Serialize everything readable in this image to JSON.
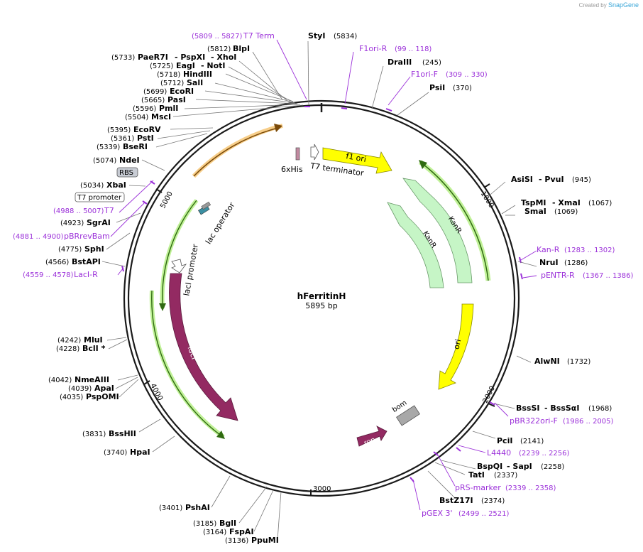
{
  "credit": {
    "prefix": "Created by",
    "brand": "SnapGene"
  },
  "plasmid": {
    "name": "hFerritinH",
    "length_label": "5895 bp"
  },
  "ticks": [
    "1000",
    "2000",
    "3000",
    "4000",
    "5000"
  ],
  "features": {
    "f1_ori": "f1 ori",
    "t7_terminator": "T7 terminator",
    "his": "6xHis",
    "kanr_outer": "KanR",
    "kanr_inner": "KanR",
    "ori": "ori",
    "bom": "bom",
    "rop": "rop",
    "laci": "lacI",
    "laci_promoter": "lacI promoter",
    "lac_operator": "lac operator"
  },
  "boxed_labels": {
    "rbs": "RBS",
    "t7_promoter": "T7 promoter"
  },
  "sites_left": [
    {
      "coord": "(5812)",
      "name": "BlpI"
    },
    {
      "coord": "(5733)",
      "name": "PaeR7I",
      "extra": [
        "- PspXI",
        "- XhoI"
      ]
    },
    {
      "coord": "(5725)",
      "name": "EagI",
      "extra": [
        "- NotI"
      ]
    },
    {
      "coord": "(5718)",
      "name": "HindIII"
    },
    {
      "coord": "(5712)",
      "name": "SalI"
    },
    {
      "coord": "(5699)",
      "name": "EcoRI"
    },
    {
      "coord": "(5665)",
      "name": "PasI"
    },
    {
      "coord": "(5596)",
      "name": "PmlI"
    },
    {
      "coord": "(5504)",
      "name": "MscI"
    },
    {
      "coord": "(5395)",
      "name": "EcoRV"
    },
    {
      "coord": "(5361)",
      "name": "PstI"
    },
    {
      "coord": "(5339)",
      "name": "BseRI"
    },
    {
      "coord": "(5074)",
      "name": "NdeI"
    },
    {
      "coord": "(5034)",
      "name": "XbaI"
    },
    {
      "coord": "(4923)",
      "name": "SgrAI"
    },
    {
      "coord": "(4775)",
      "name": "SphI"
    },
    {
      "coord": "(4566)",
      "name": "BstAPI"
    },
    {
      "coord": "(4242)",
      "name": "MluI"
    },
    {
      "coord": "(4228)",
      "name": "BclI *"
    },
    {
      "coord": "(4042)",
      "name": "NmeAIII"
    },
    {
      "coord": "(4039)",
      "name": "ApaI"
    },
    {
      "coord": "(4035)",
      "name": "PspOMI"
    },
    {
      "coord": "(3831)",
      "name": "BssHII"
    },
    {
      "coord": "(3740)",
      "name": "HpaI"
    },
    {
      "coord": "(3401)",
      "name": "PshAI"
    },
    {
      "coord": "(3185)",
      "name": "BglI"
    },
    {
      "coord": "(3164)",
      "name": "FspAI"
    },
    {
      "coord": "(3136)",
      "name": "PpuMI"
    }
  ],
  "sites_right": [
    {
      "name": "StyI",
      "coord": "(5834)"
    },
    {
      "name": "DraIII",
      "coord": "(245)"
    },
    {
      "name": "PsiI",
      "coord": "(370)"
    },
    {
      "name": "AsiSI",
      "extra": "- PvuI",
      "coord": "(945)"
    },
    {
      "name": "TspMI",
      "extra": "- XmaI",
      "coord": "(1067)"
    },
    {
      "name": "SmaI",
      "coord": "(1069)"
    },
    {
      "name": "NruI",
      "coord": "(1286)"
    },
    {
      "name": "AlwNI",
      "coord": "(1732)"
    },
    {
      "name": "BssSI",
      "extra": "- BssSαI",
      "coord": "(1968)"
    },
    {
      "name": "PciI",
      "coord": "(2141)"
    },
    {
      "name": "BspQI",
      "extra": "- SapI",
      "coord": "(2258)"
    },
    {
      "name": "TatI",
      "coord": "(2337)"
    },
    {
      "name": "BstZ17I",
      "coord": "(2374)"
    }
  ],
  "primers": [
    {
      "range": "(5809 .. 5827)",
      "name": "T7 Term"
    },
    {
      "name": "F1ori-R",
      "range": "(99 .. 118)"
    },
    {
      "name": "F1ori-F",
      "range": "(309 .. 330)"
    },
    {
      "name": "Kan-R",
      "range": "(1283 .. 1302)"
    },
    {
      "name": "pENTR-R",
      "range": "(1367 .. 1386)"
    },
    {
      "name": "pBR322ori-F",
      "range": "(1986 .. 2005)"
    },
    {
      "name": "L4440",
      "range": "(2239 .. 2256)"
    },
    {
      "name": "pRS-marker",
      "range": "(2339 .. 2358)"
    },
    {
      "name": "pGEX 3'",
      "range": "(2499 .. 2521)"
    },
    {
      "range": "(4988 .. 5007)",
      "name": "T7"
    },
    {
      "range": "(4881 .. 4900)",
      "name": "pBRrevBam"
    },
    {
      "range": "(4559 .. 4578)",
      "name": "LacI-R"
    }
  ],
  "colors": {
    "backbone": "#1a1a1a",
    "primer": "#9b30d9",
    "ori": "#ffff00",
    "kanr": "#c6f5c6",
    "laci": "#932a62",
    "rop": "#932a62",
    "bom": "#a8a8a8",
    "orf_glow": "#b9f08c",
    "orange_glow": "#f5c26b"
  }
}
